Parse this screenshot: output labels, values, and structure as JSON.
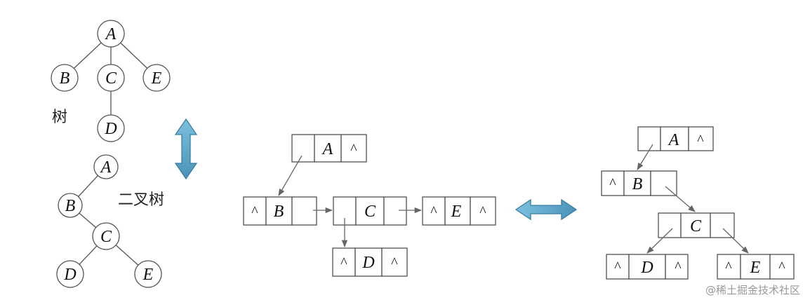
{
  "tree_caption": "树",
  "binary_tree_caption": "二叉树",
  "watermark": "@稀土掘金技术社区",
  "null_symbol": "^",
  "tree": {
    "nodes": {
      "A": "A",
      "B": "B",
      "C": "C",
      "D": "D",
      "E": "E"
    }
  },
  "binary_tree": {
    "nodes": {
      "A": "A",
      "B": "B",
      "C": "C",
      "D": "D",
      "E": "E"
    }
  },
  "child_sibling_list": {
    "A": "A",
    "B": "B",
    "C": "C",
    "D": "D",
    "E": "E"
  },
  "binary_linked_list": {
    "A": "A",
    "B": "B",
    "C": "C",
    "D": "D",
    "E": "E"
  },
  "colors": {
    "arrow_fill": "#5ba3c7",
    "arrow_stroke": "#3b7ea1"
  }
}
